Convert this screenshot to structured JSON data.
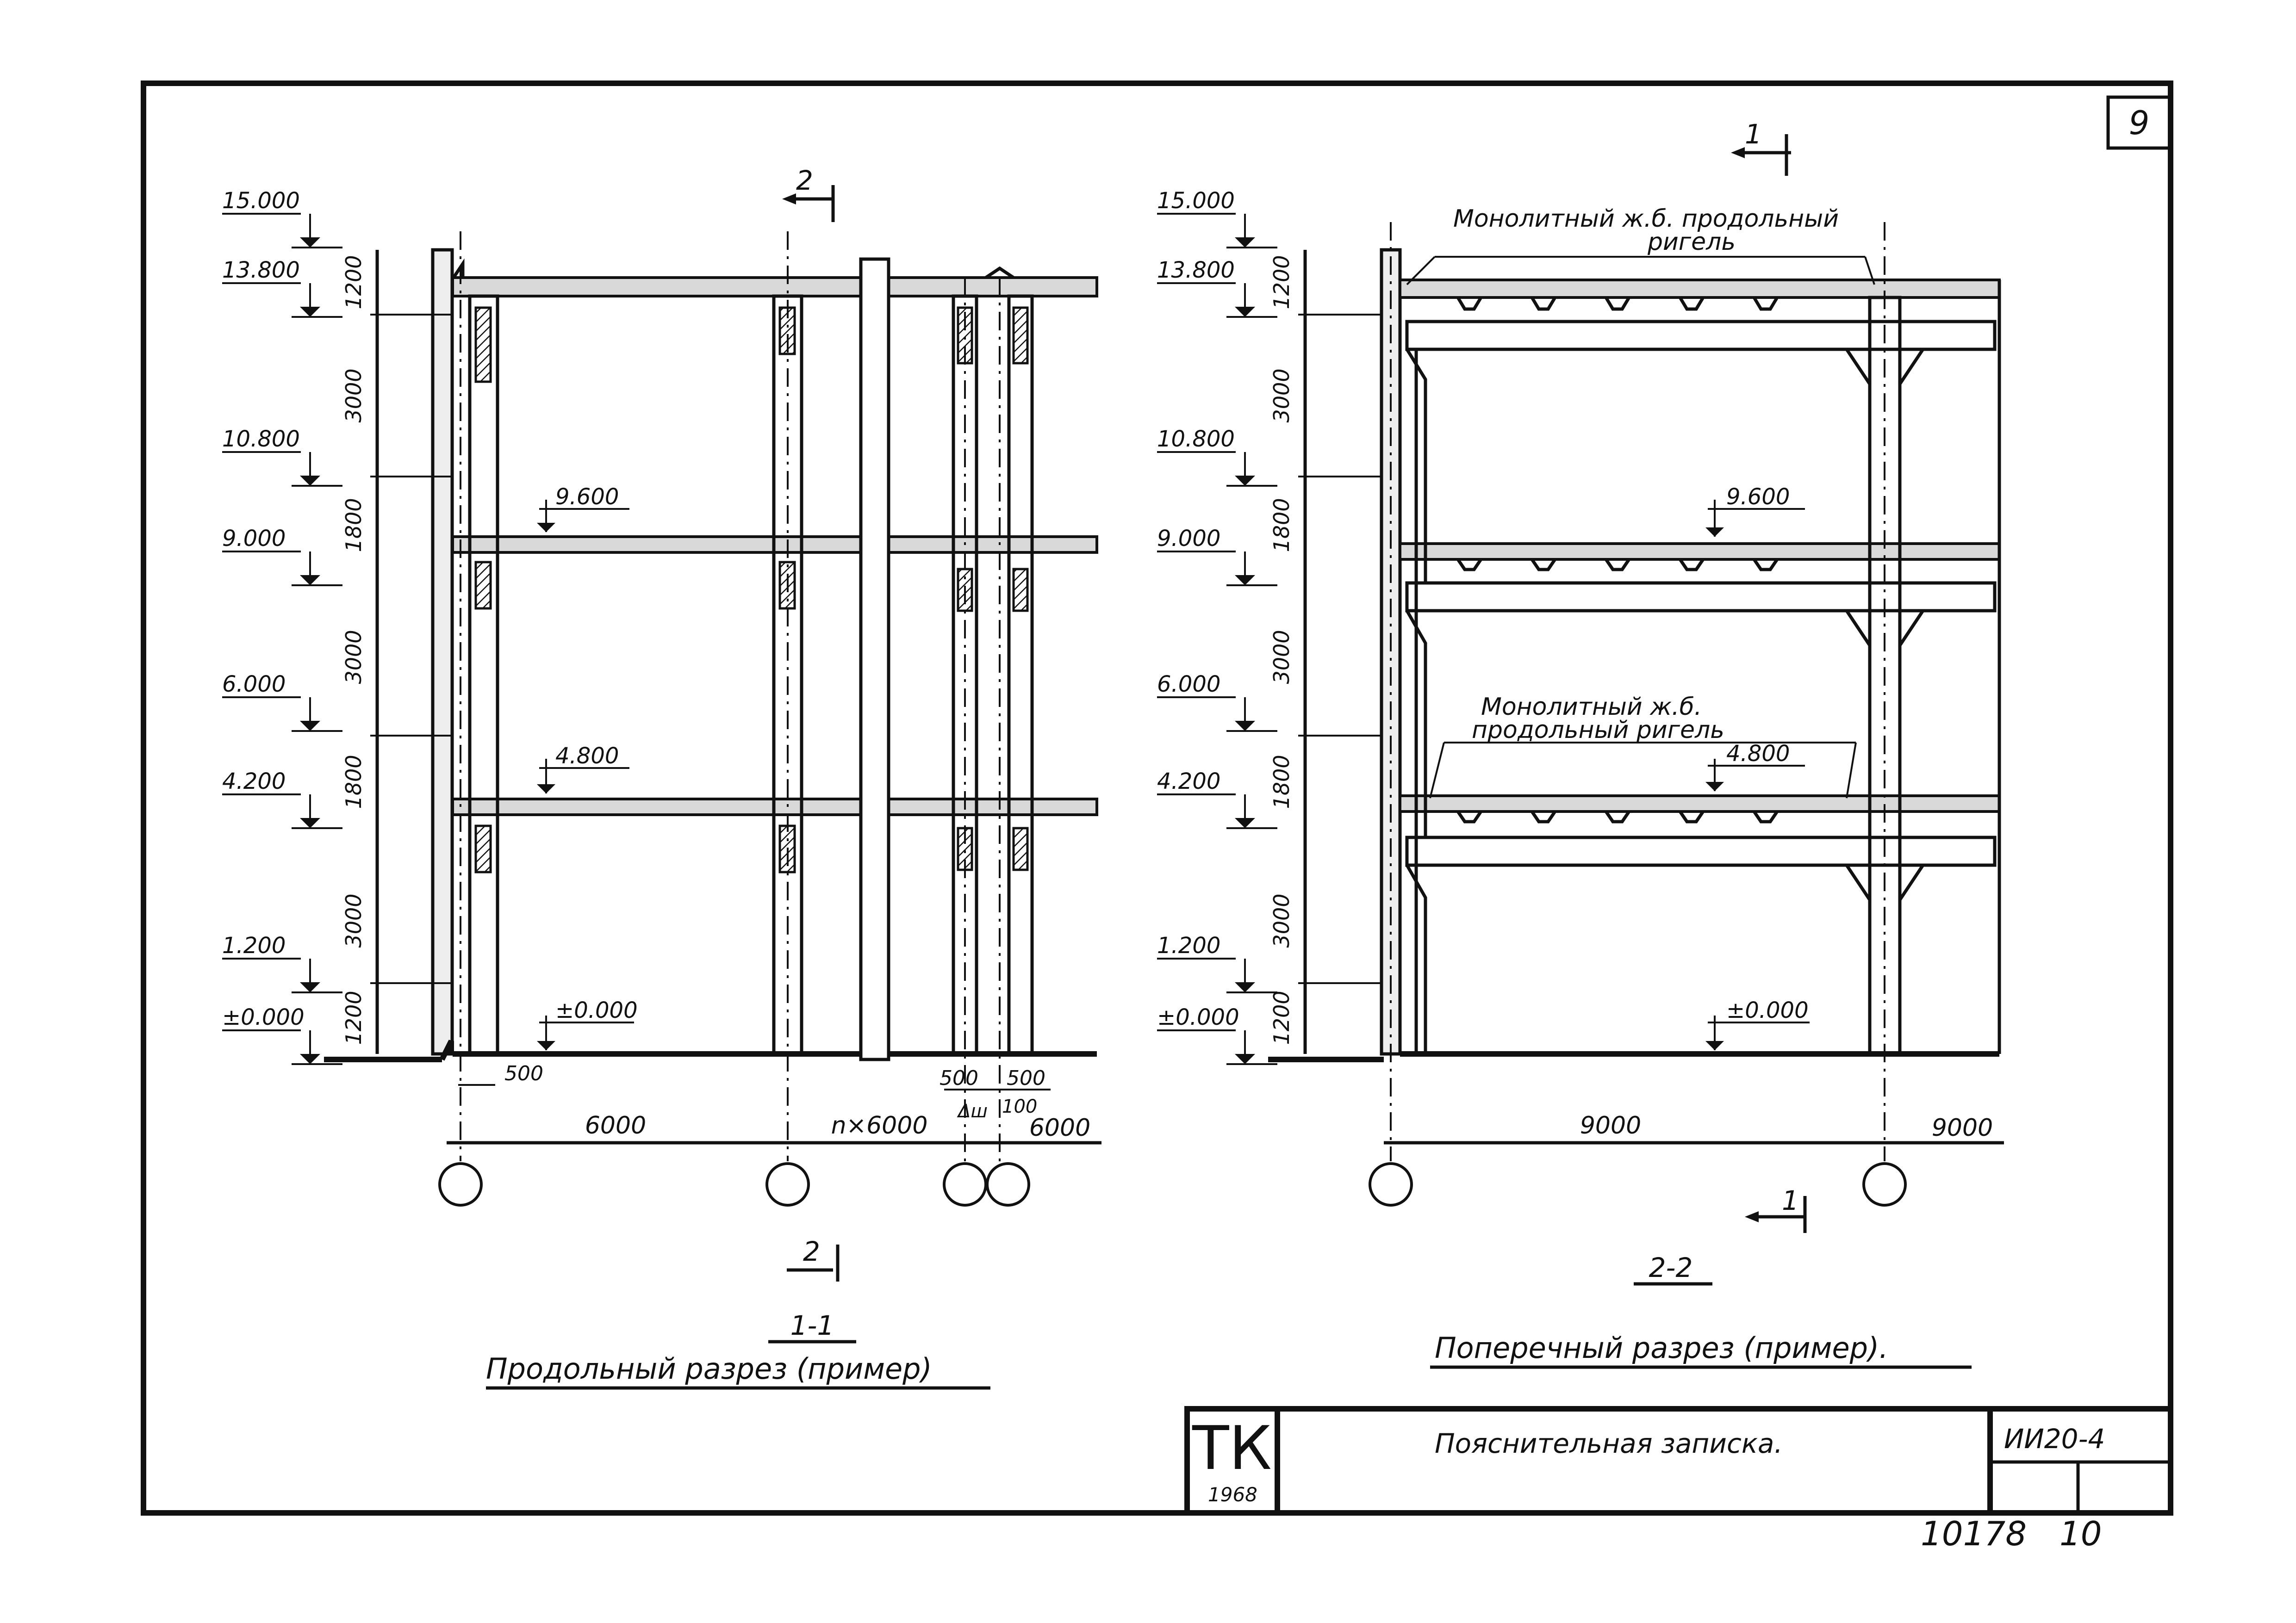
{
  "sheet_number": "9",
  "left_section": {
    "section_mark_top": "2",
    "section_mark_bottom": "2",
    "elevations": [
      "15.000",
      "13.800",
      "10.800",
      "9.000",
      "6.000",
      "4.200",
      "1.200",
      "±0.000"
    ],
    "level_heights": [
      "1200",
      "3000",
      "1800",
      "3000",
      "1800",
      "3000",
      "1200"
    ],
    "floor_marks": [
      "9.600",
      "4.800",
      "±0.000"
    ],
    "dim_500_left": "500",
    "dim_500_a": "500",
    "dim_500_b": "500",
    "dim_100": "100",
    "dim_aw": "Δш",
    "span_1": "6000",
    "span_2": "n×6000",
    "span_3": "6000",
    "caption_number": "1-1",
    "caption_title": "Продольный разрез (пример)"
  },
  "right_section": {
    "section_mark_top": "1",
    "section_mark_bottom": "1",
    "elevations": [
      "15.000",
      "13.800",
      "10.800",
      "9.000",
      "6.000",
      "4.200",
      "1.200",
      "±0.000"
    ],
    "level_heights": [
      "1200",
      "3000",
      "1800",
      "3000",
      "1800",
      "3000",
      "1200"
    ],
    "floor_marks": [
      "9.600",
      "4.800",
      "±0.000"
    ],
    "note_top_line1": "Монолитный ж.б. продольный",
    "note_top_line2": "ригель",
    "note_mid_line1": "Монолитный ж.б.",
    "note_mid_line2": "продольный ригель",
    "span_1": "9000",
    "span_2": "9000",
    "caption_number": "2-2",
    "caption_title": "Поперечный разрез (пример)."
  },
  "title_block": {
    "logo": "ТК",
    "year": "1968",
    "title": "Пояснительная записка.",
    "code": "ИИ20-4"
  },
  "inventory_number": "10178",
  "inventory_suffix": "10"
}
